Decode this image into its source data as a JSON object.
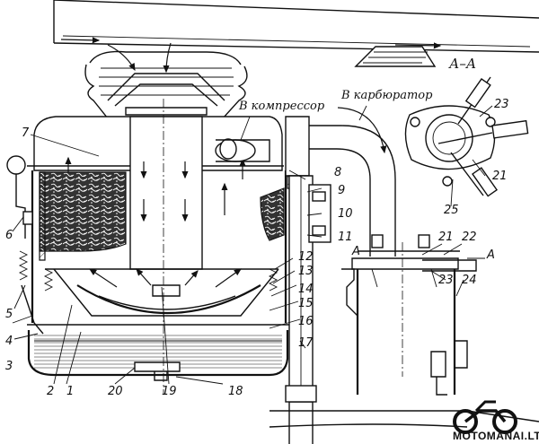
{
  "labels": {
    "compressor": "В компрессор",
    "carburetor": "В карбюратор",
    "section": "А–А",
    "sectionMarkLeft": "А",
    "sectionMarkRight": "А",
    "watermark": "MOTOMANAI.LT"
  },
  "numbers": [
    "1",
    "2",
    "3",
    "4",
    "5",
    "6",
    "7",
    "8",
    "9",
    "10",
    "11",
    "12",
    "13",
    "14",
    "15",
    "16",
    "17",
    "18",
    "19",
    "20",
    "21",
    "21",
    "22",
    "23",
    "23",
    "24",
    "25"
  ],
  "icons": {
    "logo": "motorcycle-icon"
  }
}
